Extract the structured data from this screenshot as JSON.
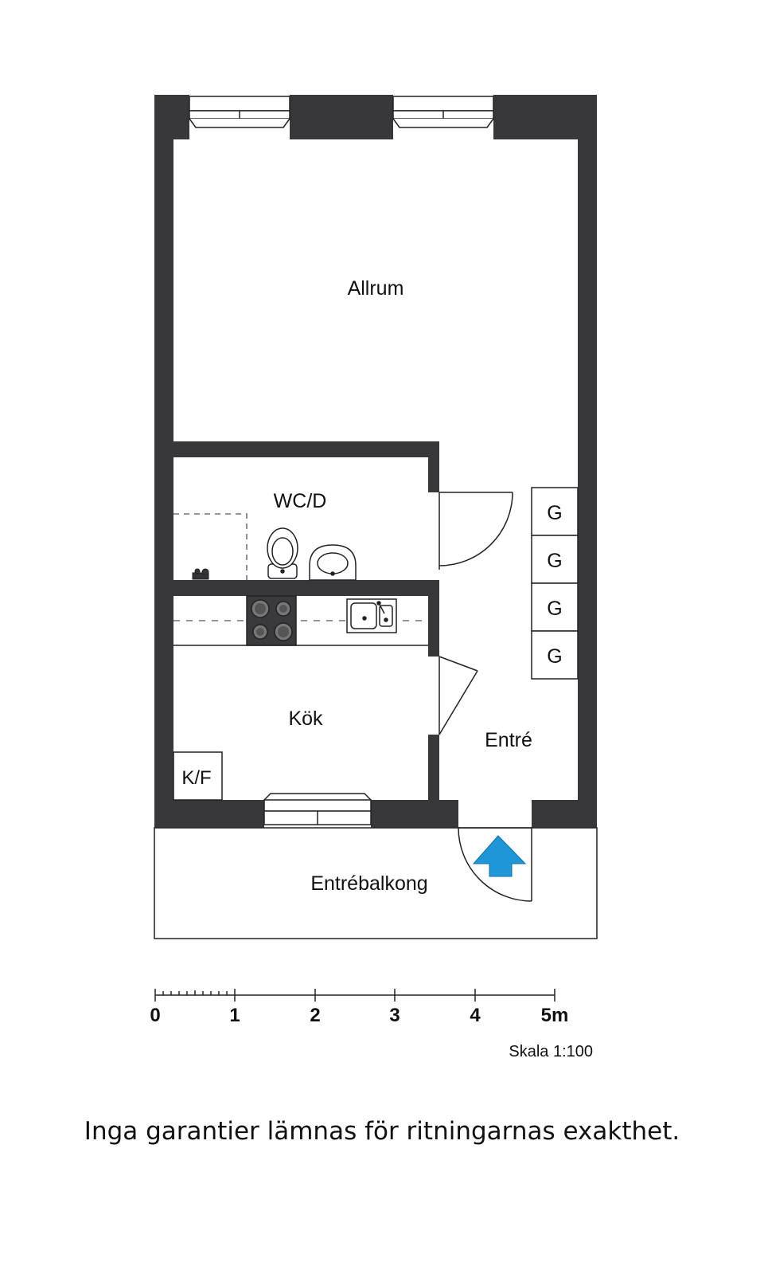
{
  "rooms": {
    "allrum": "Allrum",
    "wcd": "WC/D",
    "kok": "Kök",
    "entre": "Entré",
    "kf": "K/F",
    "balkong": "Entrébalkong"
  },
  "storage_labels": [
    "G",
    "G",
    "G",
    "G"
  ],
  "scale_bar": {
    "ticks": [
      "0",
      "1",
      "2",
      "3",
      "4",
      "5m"
    ],
    "caption": "Skala 1:100"
  },
  "disclaimer": "Inga garantier lämnas för ritningarnas exakthet.",
  "colors": {
    "wall": "#38383a",
    "entrance_arrow": "#1e96d8",
    "line": "#222222"
  },
  "icons": {
    "entrance": "entrance-arrow-icon"
  }
}
